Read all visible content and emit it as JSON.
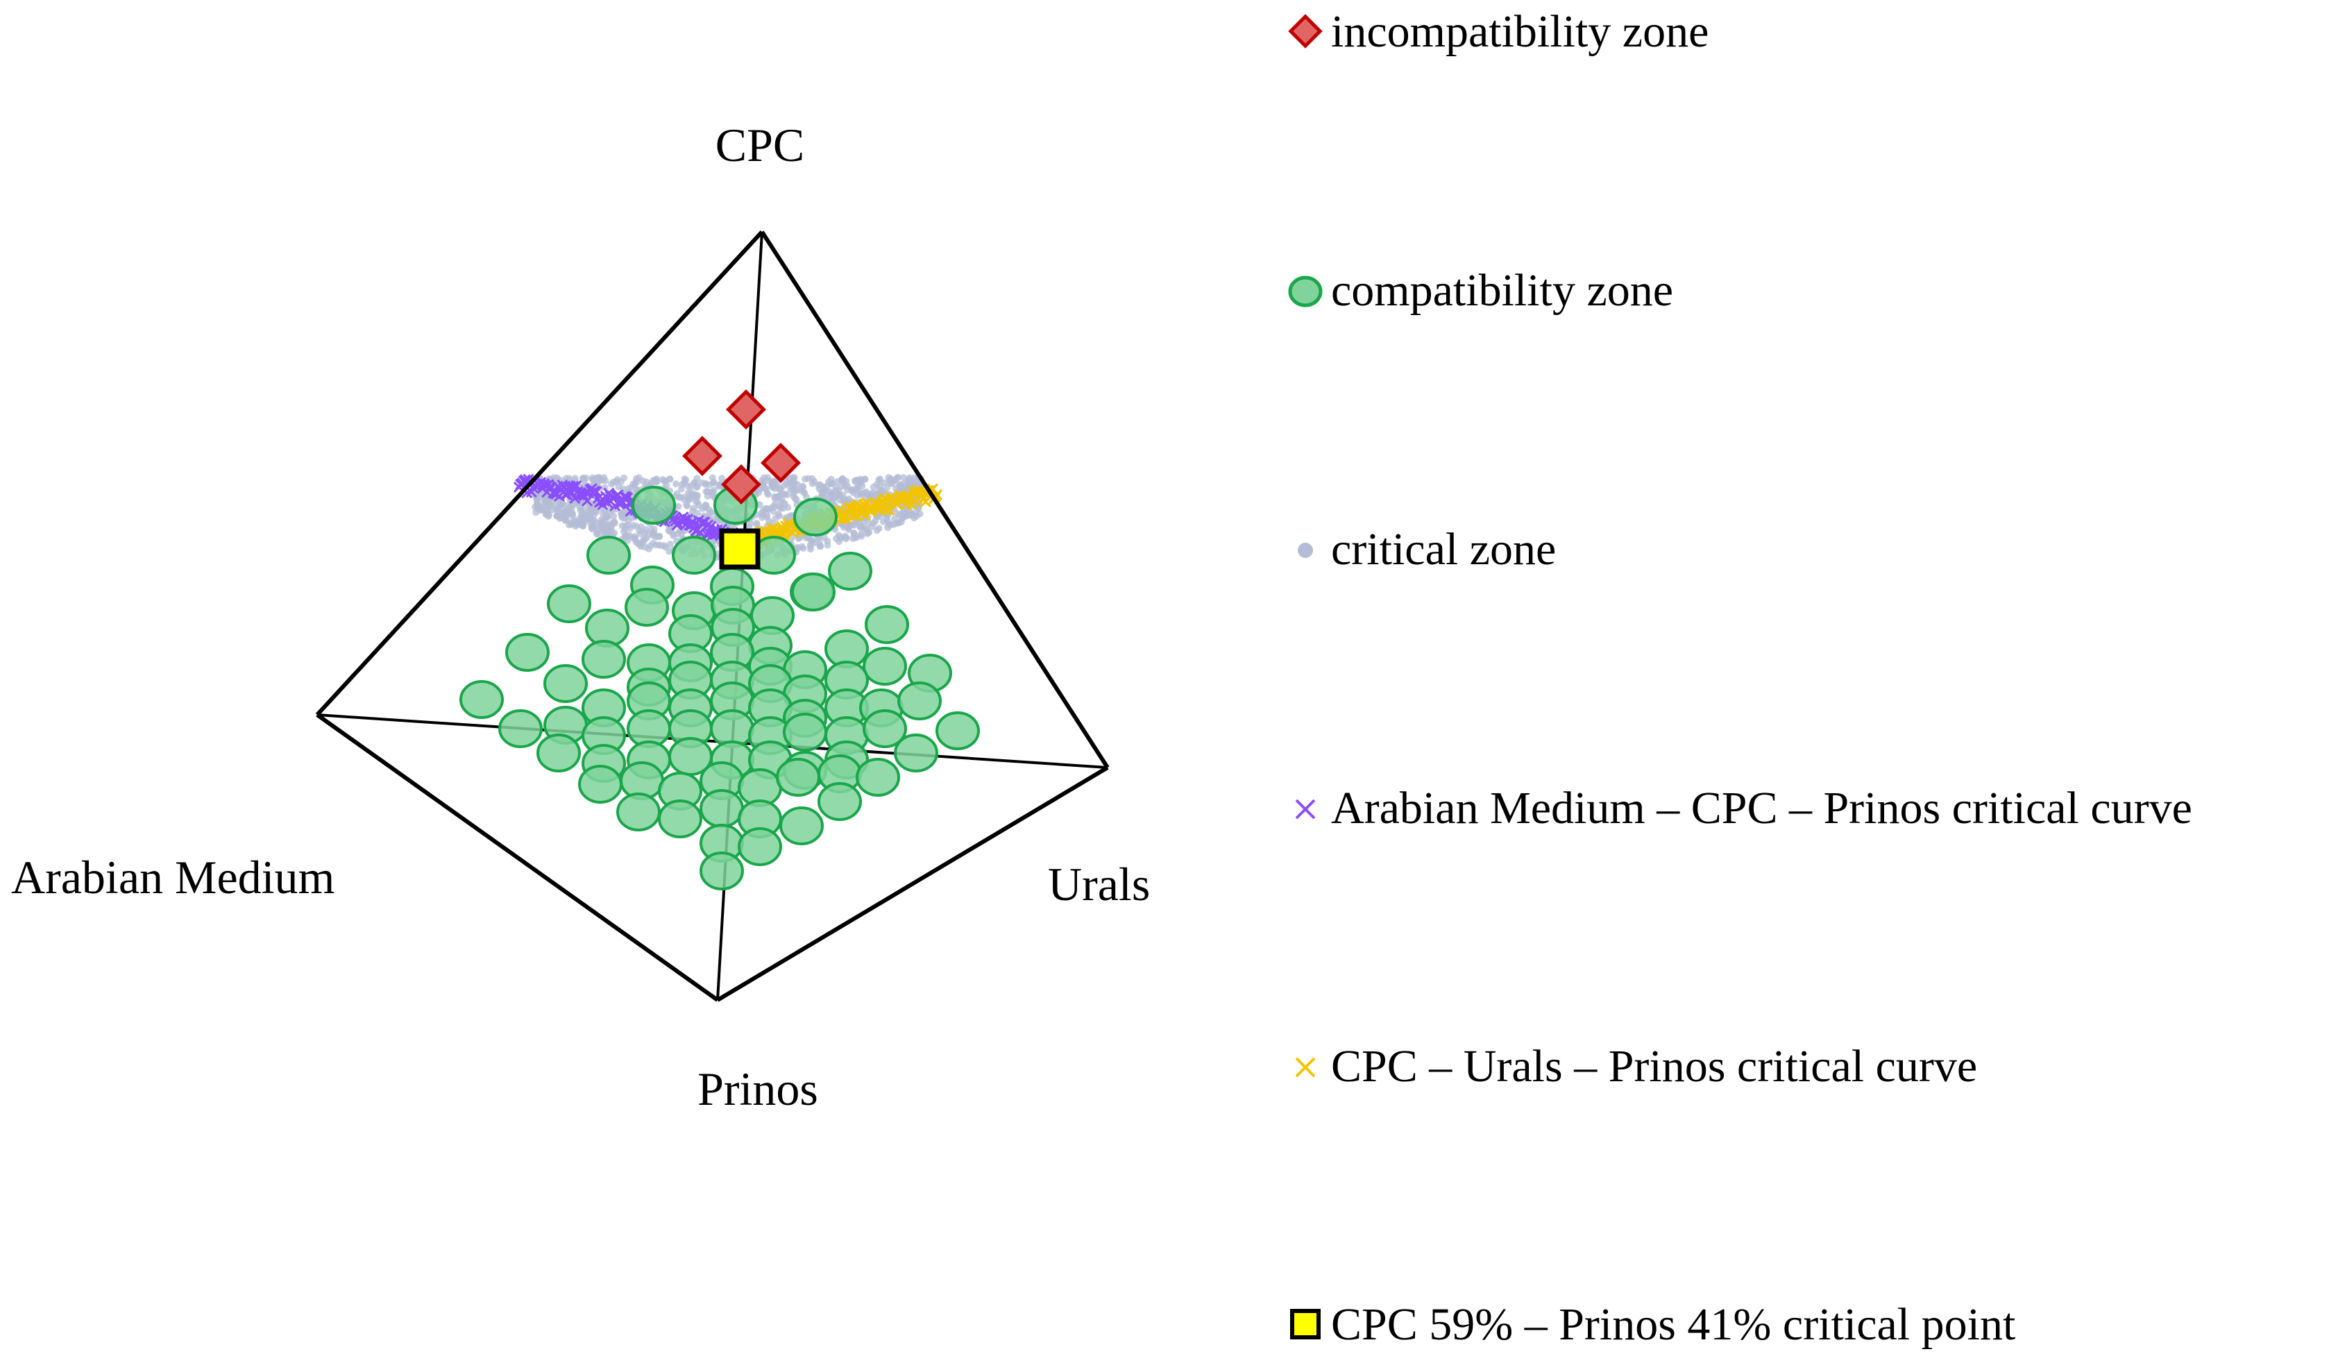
{
  "colors": {
    "edge": "#000000",
    "incompatibility_fill": "#e06666",
    "incompatibility_stroke": "#c00000",
    "compatibility_fill": "#7fd39b",
    "compatibility_stroke": "#1aa64a",
    "critical_zone": "#b4bcd6",
    "arabian_curve": "#8a4dff",
    "urals_curve": "#f2c400",
    "critical_point_fill": "#ffff00",
    "critical_point_stroke": "#000000"
  },
  "chart_data": {
    "type": "scatter",
    "projection": "tetrahedron",
    "vertices": [
      "CPC",
      "Arabian Medium",
      "Urals",
      "Prinos"
    ],
    "legend_position": "right",
    "series": [
      {
        "name": "incompatibility zone",
        "marker": "diamond",
        "color": "#e06666"
      },
      {
        "name": "compatibility zone",
        "marker": "circle",
        "color": "#7fd39b"
      },
      {
        "name": "critical zone",
        "marker": "dot",
        "color": "#b4bcd6"
      },
      {
        "name": "Arabian Medium – CPC – Prinos critical curve",
        "marker": "x",
        "color": "#8a4dff"
      },
      {
        "name": "CPC – Urals – Prinos critical curve",
        "marker": "x",
        "color": "#f2c400"
      },
      {
        "name": "CPC 59% – Prinos 41% critical point",
        "marker": "square",
        "color": "#ffff00",
        "composition": {
          "CPC": 59,
          "Prinos": 41
        }
      }
    ]
  },
  "vertex_labels": {
    "cpc": "CPC",
    "arabian": "Arabian Medium",
    "urals": "Urals",
    "prinos": "Prinos"
  },
  "legend": [
    {
      "label": "incompatibility zone"
    },
    {
      "label": "compatibility zone"
    },
    {
      "label": "critical zone"
    },
    {
      "label": "Arabian Medium – CPC – Prinos critical curve"
    },
    {
      "label": "CPC – Urals – Prinos critical curve"
    },
    {
      "label": "CPC 59% – Prinos 41% critical point"
    }
  ]
}
